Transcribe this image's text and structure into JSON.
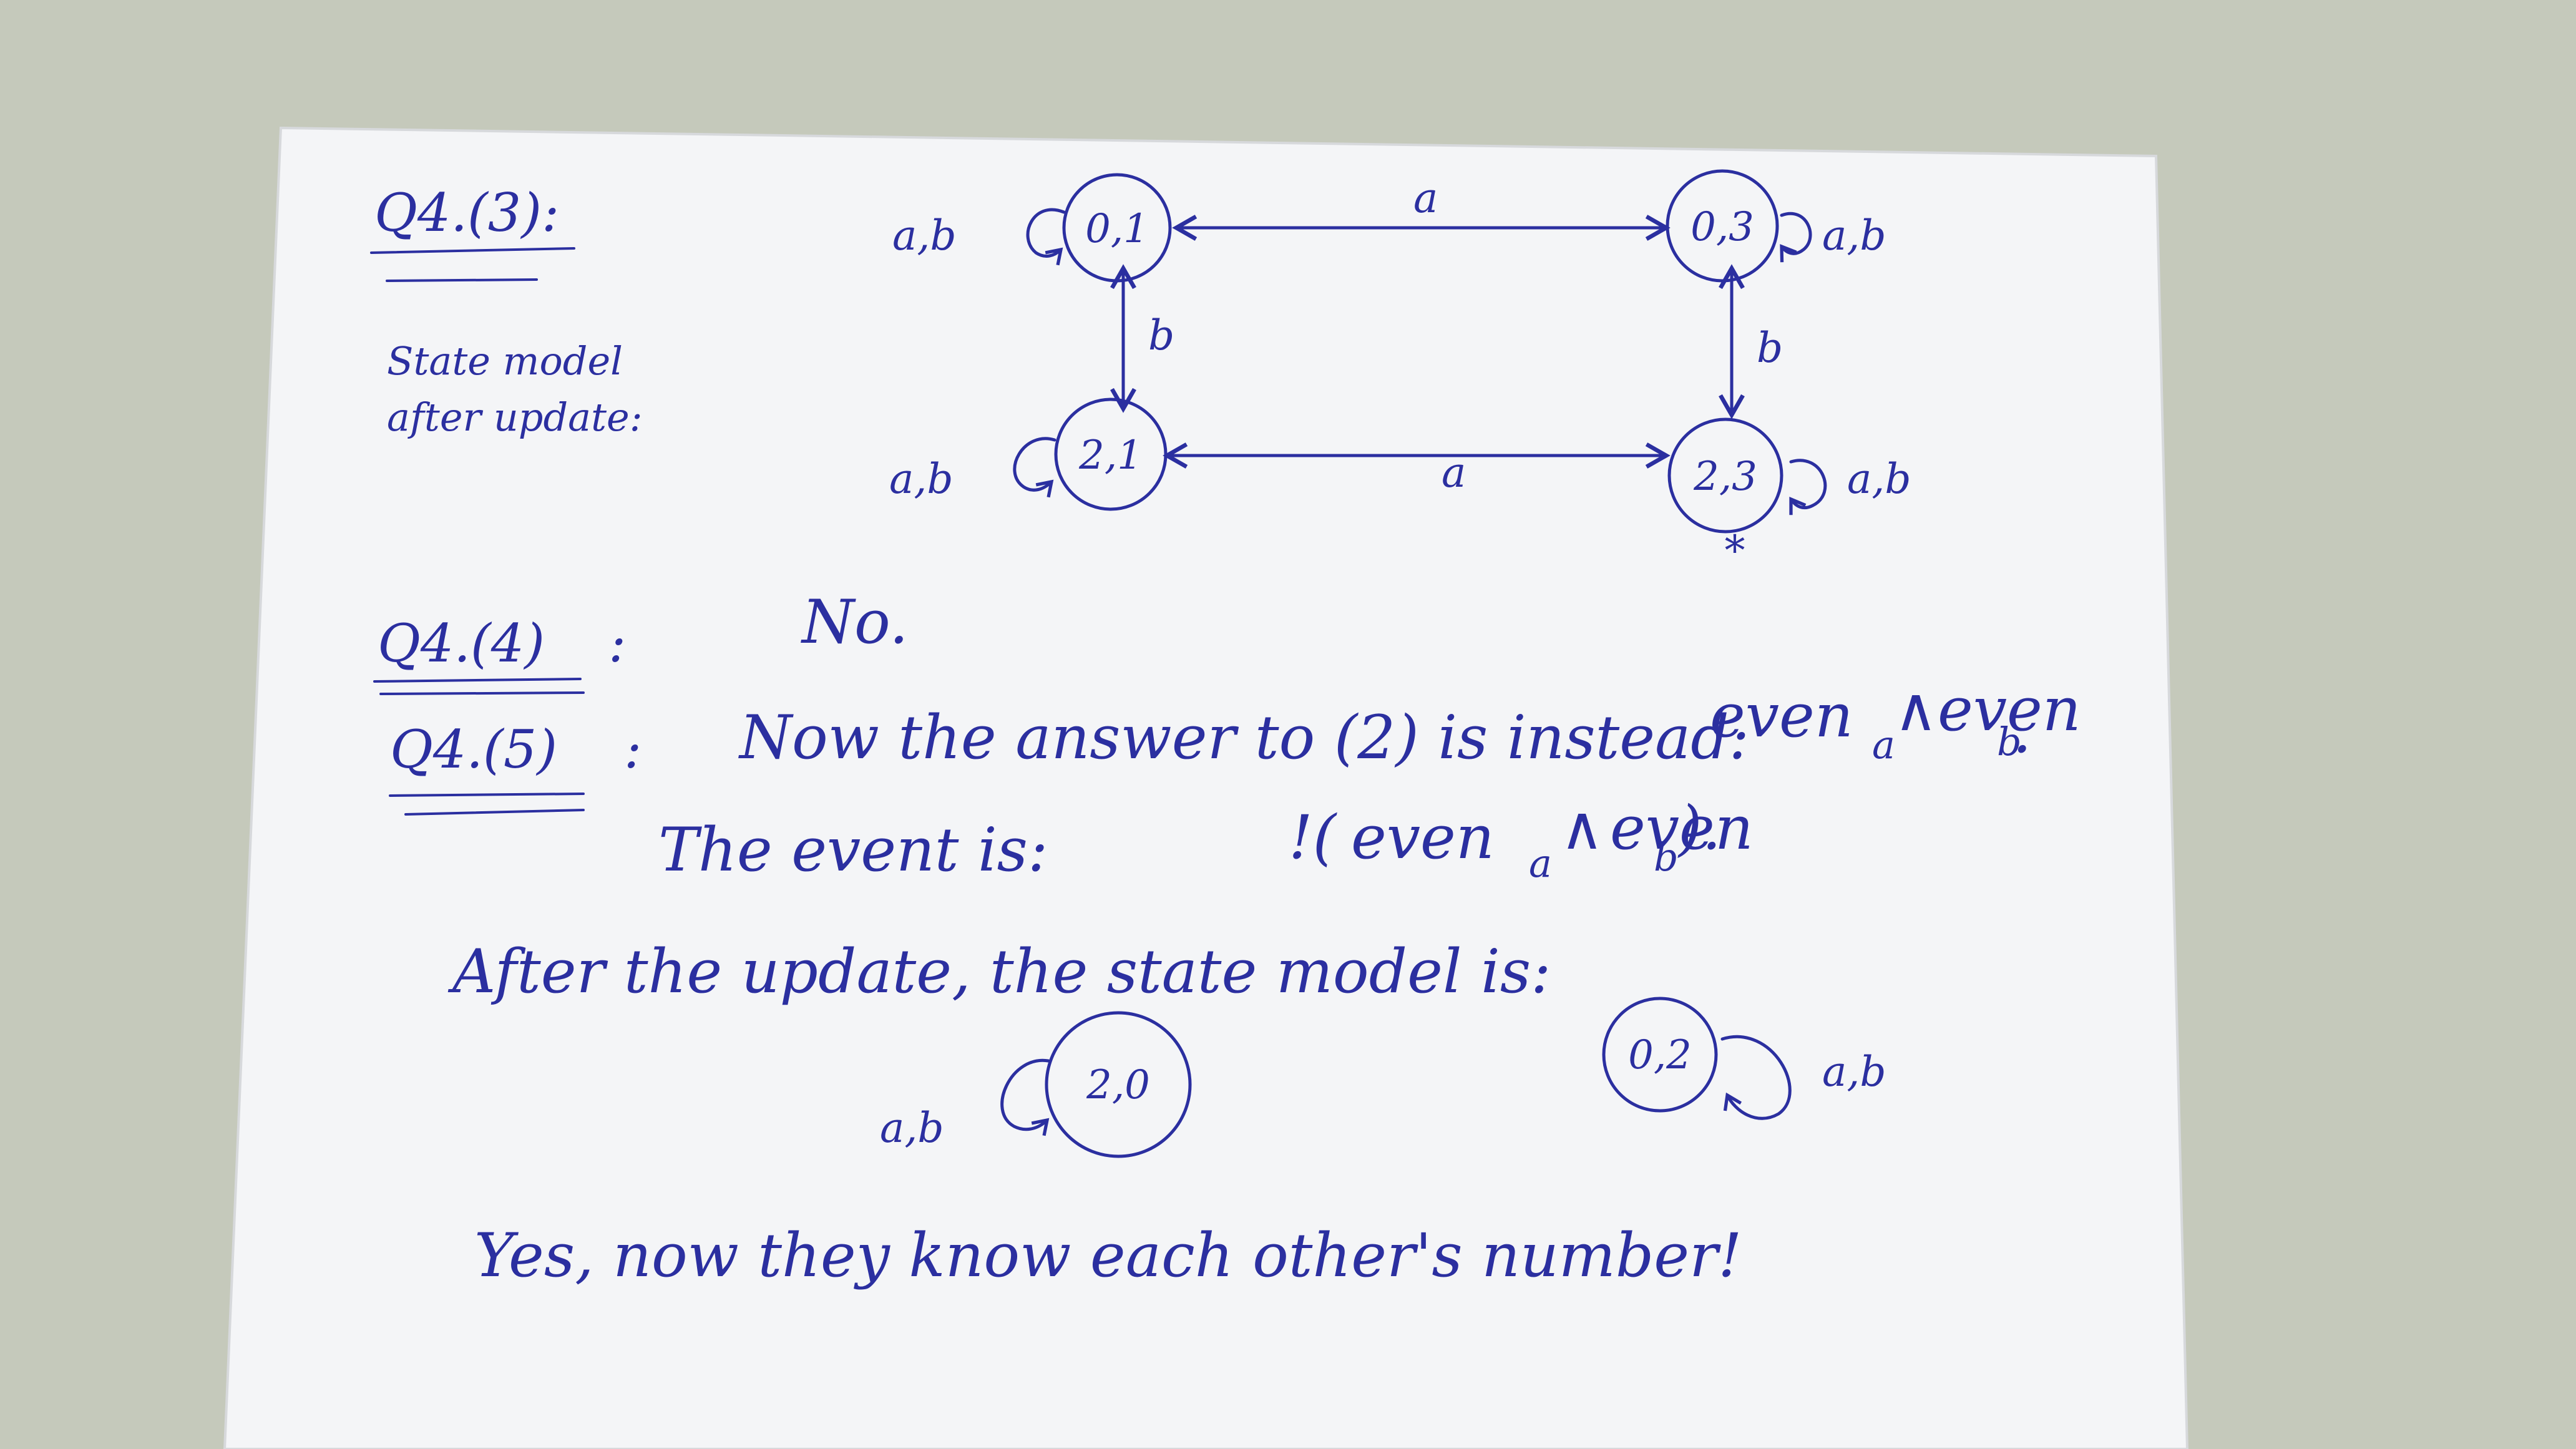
{
  "colors": {
    "ink": "#2b2fa0",
    "paper": "#f4f5f7",
    "background": "#c5c9bb"
  },
  "q4_3": {
    "heading": "Q4.(3):",
    "caption_line1": "State model",
    "caption_line2": "after update:",
    "nodes": {
      "n01": "0,1",
      "n03": "0,3",
      "n21": "2,1",
      "n23": "2,3"
    },
    "self_loop_labels": {
      "n01": "a,b",
      "n03": "a,b",
      "n21": "a,b",
      "n23": "a,b"
    },
    "edge_labels": {
      "top_a": "a",
      "bottom_a": "a",
      "left_b": "b",
      "right_b": "b"
    },
    "actual_marker": "*"
  },
  "q4_4": {
    "heading": "Q4.(4)",
    "colon": ":",
    "answer": "No."
  },
  "q4_5": {
    "heading": "Q4.(5)",
    "colon": ":",
    "line1_text": "Now the answer to (2) is instead:",
    "line1_formula": {
      "even": "even",
      "sub_a": "a",
      "and": "∧",
      "sub_b": "b",
      "end": "."
    },
    "line2_text": "The event is:",
    "line2_formula": {
      "open": "!(",
      "even": "even",
      "sub_a": "a",
      "and": "∧",
      "sub_b": "b",
      "close": ")."
    },
    "line3_text": "After the update, the state model is:",
    "nodes": {
      "n20": "2,0",
      "n02": "0,2"
    },
    "self_loop_labels": {
      "n20": "a,b",
      "n02": "a,b"
    },
    "conclusion": "Yes, now they know each other's number!"
  }
}
